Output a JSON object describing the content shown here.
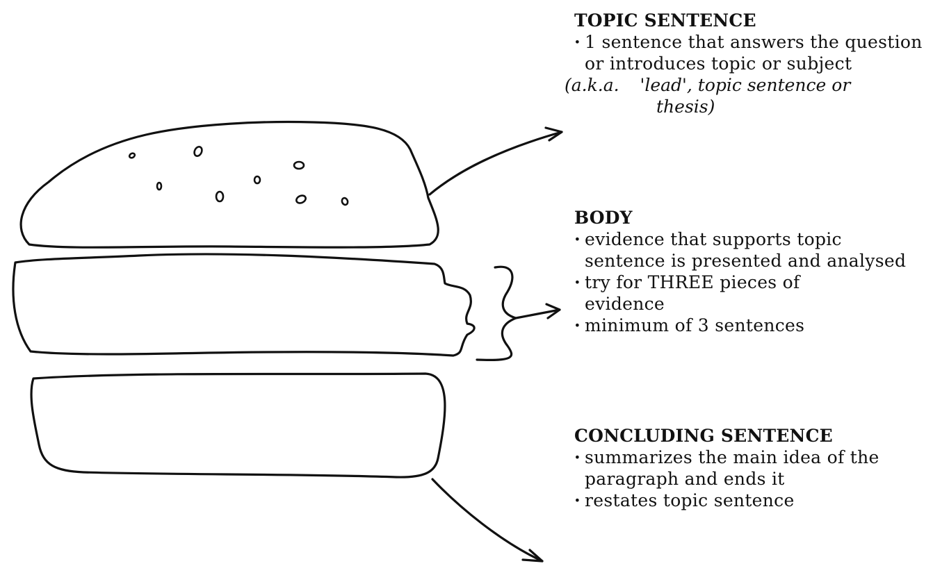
{
  "colors": {
    "ink": "#111111",
    "background": "#ffffff"
  },
  "topic": {
    "heading": "TOPIC SENTENCE",
    "points": [
      "1 sentence that answers the question or introduces topic or subject"
    ],
    "note_lead": "(a.k.a.",
    "note_rest": "'lead', topic sentence or",
    "note_end": "thesis)"
  },
  "body": {
    "heading": "BODY",
    "points": [
      "evidence that supports topic sentence is presented and analysed",
      "try for THREE pieces of evidence",
      "minimum of 3 sentences"
    ]
  },
  "conclusion": {
    "heading": "CONCLUDING SENTENCE",
    "points": [
      "summarizes the main idea of the paragraph and ends it",
      "restates topic sentence"
    ]
  }
}
